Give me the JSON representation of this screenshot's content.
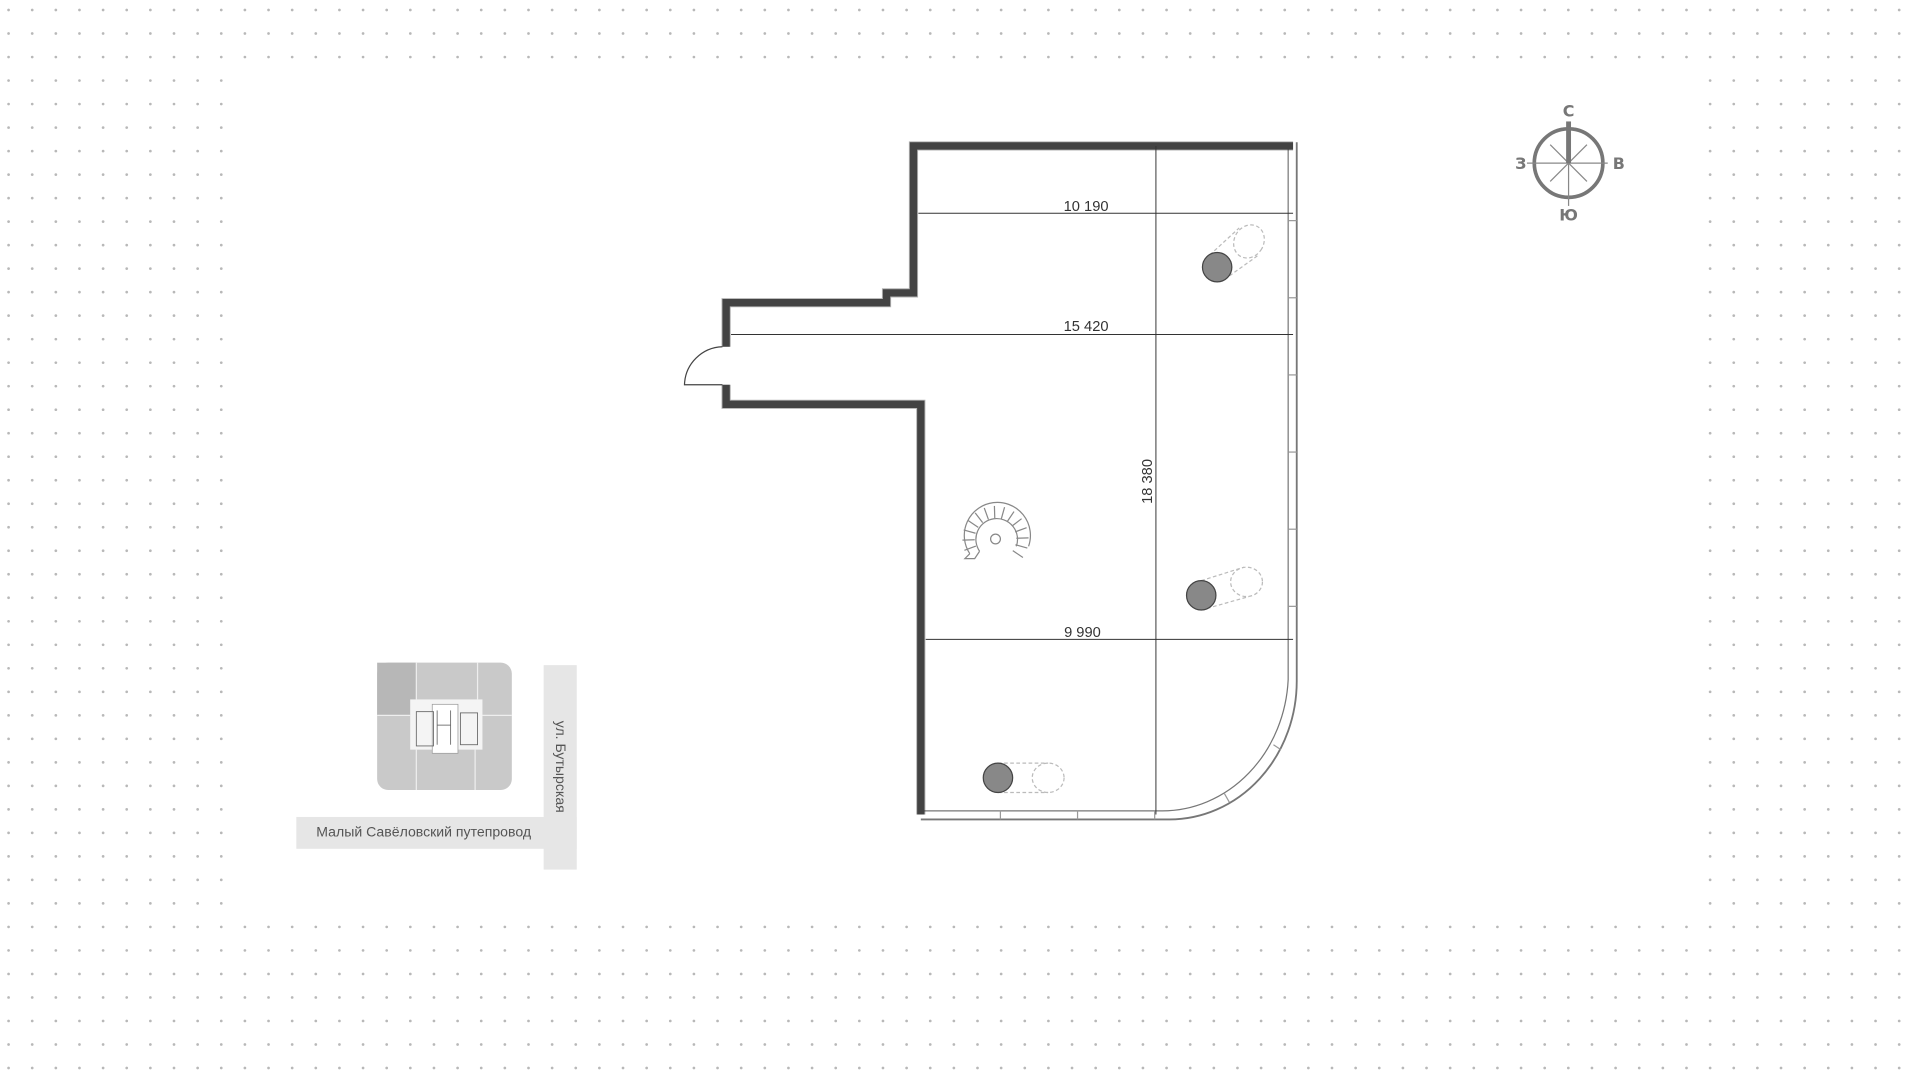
{
  "plan": {
    "dimensions": {
      "top_width": "10 190",
      "middle_width": "15 420",
      "bottom_width": "9 990",
      "height": "18 380"
    },
    "columns_count": 3
  },
  "compass": {
    "north": "С",
    "south": "Ю",
    "west": "З",
    "east": "В"
  },
  "location_map": {
    "street_horizontal": "Малый Савёловский путепровод",
    "street_vertical": "ул. Бутырская"
  },
  "colors": {
    "wall": "#555555",
    "dots": "#b8b8b8",
    "street": "#e6e6e6",
    "column": "#888888"
  }
}
